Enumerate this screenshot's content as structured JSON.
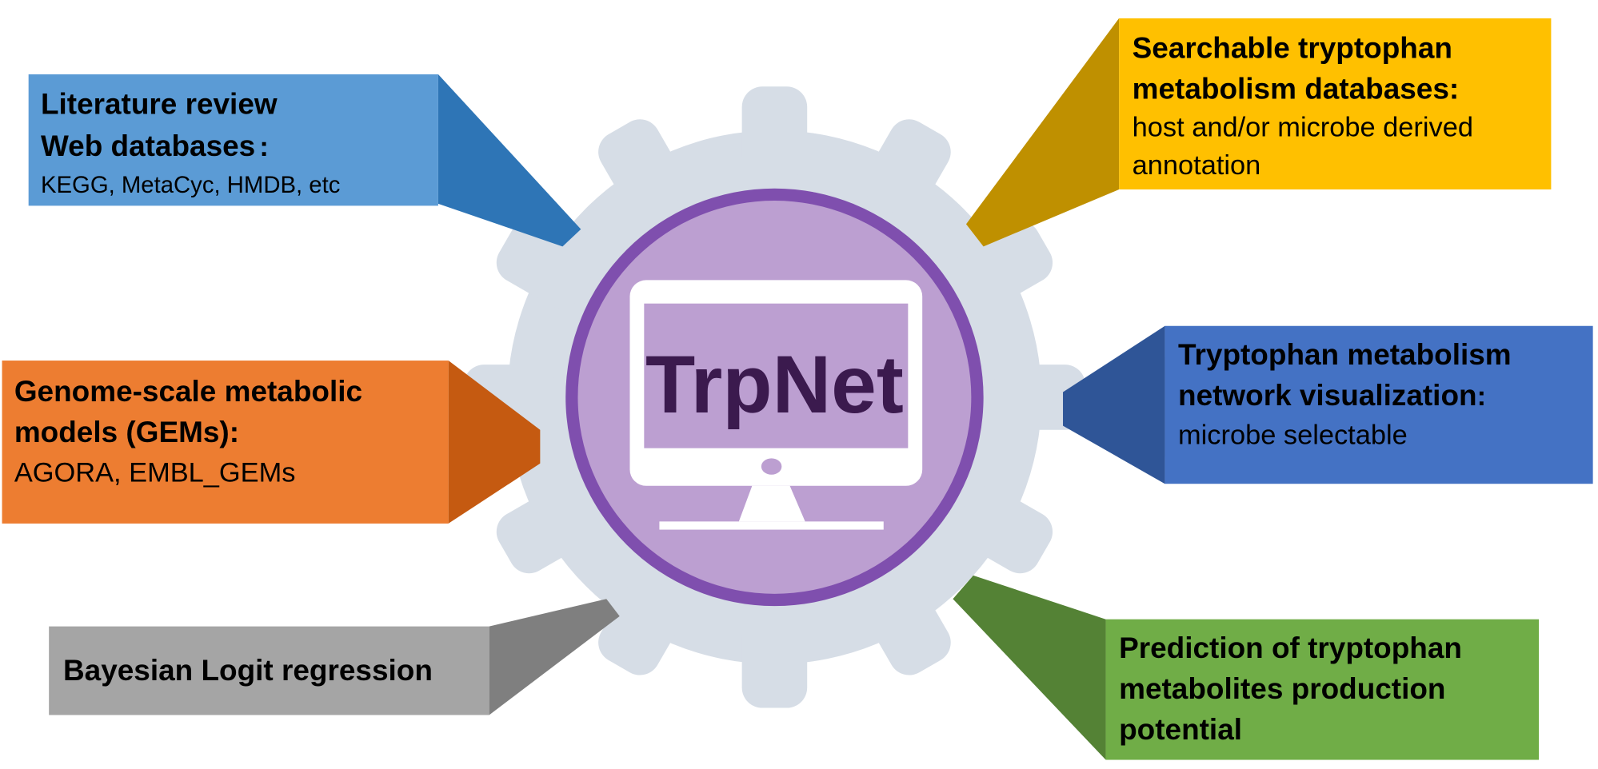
{
  "center": {
    "title": "TrpNet"
  },
  "colors": {
    "gear": "#d6dde6",
    "ring": "#7f4fae",
    "disc": "#bc9fd1",
    "title": "#3b1a4e"
  },
  "boxes": {
    "literature": {
      "line1": "Literature review",
      "line2": "Web databases",
      "colon": ":",
      "line3": "KEGG, MetaCyc, HMDB, etc",
      "color": "#5b9bd5",
      "callout": "#2e75b6"
    },
    "databases": {
      "line1": "Searchable tryptophan",
      "line2": "metabolism databases:",
      "line3": "host and/or microbe derived",
      "line4": "annotation",
      "color": "#ffc000",
      "callout": "#bf9000"
    },
    "gems": {
      "line1": "Genome-scale metabolic",
      "line2": "models (GEMs)",
      "colon": ":",
      "line3": "AGORA, EMBL_GEMs",
      "color": "#ed7d31",
      "callout": "#c55a11"
    },
    "visualization": {
      "line1": "Tryptophan metabolism",
      "line2": "network visualization",
      "colon": ":",
      "line3": "microbe selectable",
      "color": "#4472c4",
      "callout": "#2f5597"
    },
    "bayesian": {
      "line1": "Bayesian Logit regression",
      "color": "#a5a5a5",
      "callout": "#7f7f7f"
    },
    "prediction": {
      "line1": "Prediction of tryptophan",
      "line2": "metabolites production",
      "line3": "potential",
      "color": "#70ad47",
      "callout": "#548235"
    }
  }
}
